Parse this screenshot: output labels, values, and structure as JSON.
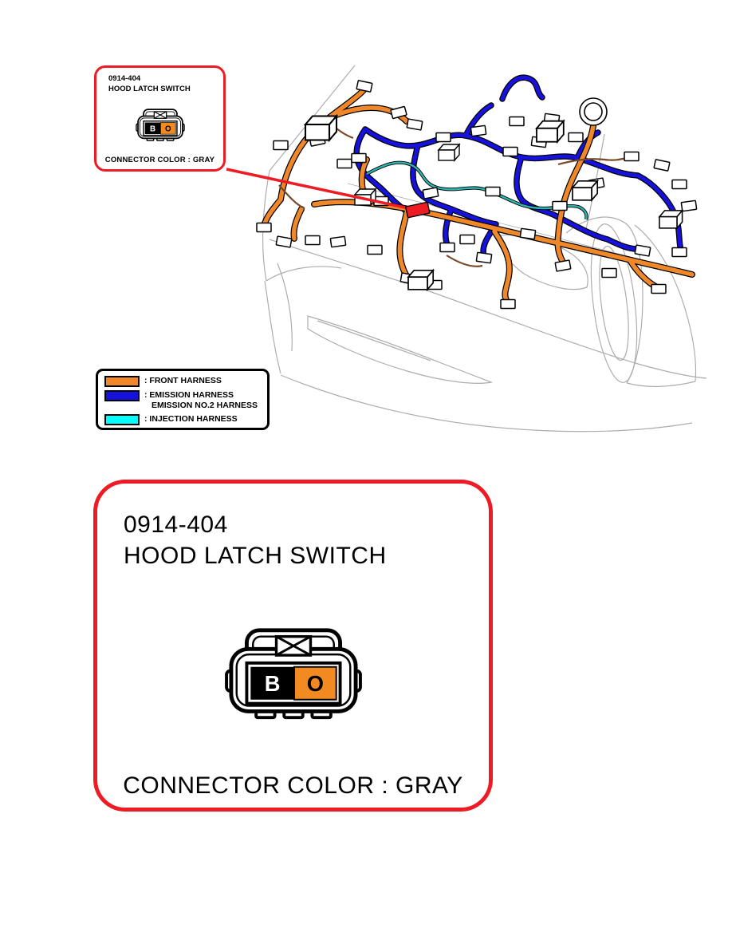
{
  "colors": {
    "red_accent": "#ED1C24",
    "front_harness": "#F0882A",
    "emission_harness": "#1612DC",
    "injection_harness": "#00FFFF",
    "injection_harness_line": "#2FB3AE",
    "brown_wire": "#7A4A28",
    "car_outline": "#ADADAD",
    "terminal_b_fill": "#000000",
    "terminal_o_fill": "#F28A21"
  },
  "callout": {
    "code": "0914-404",
    "name": "HOOD LATCH SWITCH",
    "note": "CONNECTOR COLOR : GRAY",
    "terminals": {
      "left": "B",
      "right": "O"
    }
  },
  "legend": {
    "items": [
      {
        "color": "#F0882A",
        "label": ": FRONT HARNESS",
        "label2": ""
      },
      {
        "color": "#1612DC",
        "label": ": EMISSION HARNESS",
        "label2": "EMISSION NO.2 HARNESS"
      },
      {
        "color": "#00FFFF",
        "label": ": INJECTION HARNESS",
        "label2": ""
      }
    ]
  },
  "detail_panel": {
    "code": "0914-404",
    "name": "HOOD LATCH SWITCH",
    "note": "CONNECTOR COLOR : GRAY",
    "terminals": {
      "left": "B",
      "right": "O"
    }
  }
}
